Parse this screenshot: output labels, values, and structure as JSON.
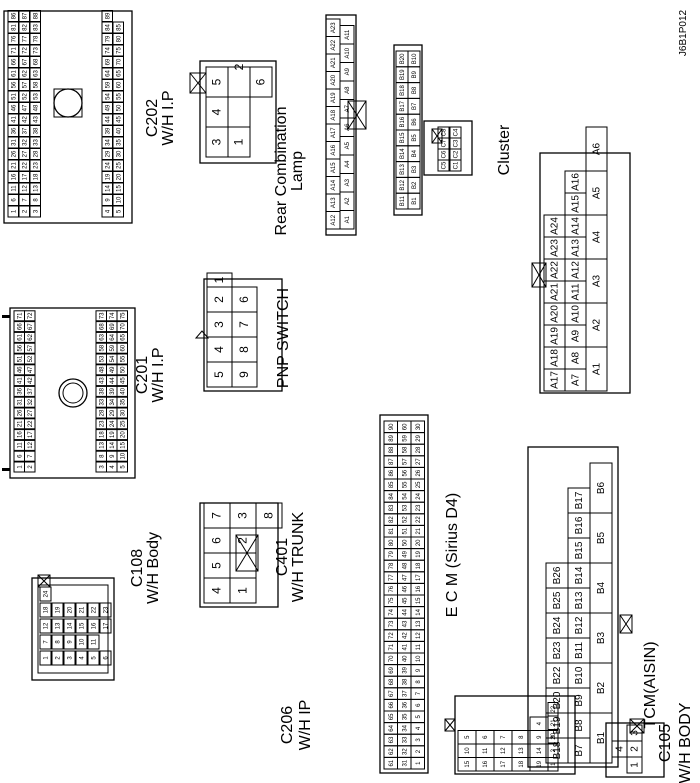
{
  "figure_id": "J6B1P012",
  "connectors": {
    "c105": {
      "name": "C105",
      "sub": "W/H BODY",
      "pins": [
        "4",
        "1",
        "2",
        "3"
      ]
    },
    "c206": {
      "name": "C206",
      "sub": "W/H IP",
      "pins": [
        "1",
        "2",
        "3",
        "4",
        "5",
        "6",
        "7",
        "8",
        "9",
        "10",
        "11",
        "12",
        "13",
        "14",
        "15",
        "16",
        "17",
        "18",
        "19",
        "20",
        "21",
        "22"
      ]
    },
    "c108": {
      "name": "C108",
      "sub": "W/H Body",
      "pins": [
        "1",
        "2",
        "3",
        "4",
        "5",
        "6",
        "7",
        "8",
        "9",
        "10",
        "11",
        "12",
        "13",
        "14",
        "15",
        "16",
        "17",
        "18",
        "19",
        "20",
        "21",
        "22",
        "23",
        "24"
      ]
    },
    "c401": {
      "name": "C401",
      "sub": "W/H TRUNK",
      "pins": [
        "1",
        "2",
        "3",
        "4",
        "5",
        "6",
        "7",
        "8"
      ]
    },
    "c201": {
      "name": "C201",
      "sub": "W/H I.P",
      "pins": [
        "1",
        "2",
        "3",
        "4",
        "5",
        "6",
        "7",
        "8",
        "9",
        "10",
        "11",
        "12",
        "13",
        "14",
        "15",
        "16",
        "17",
        "18",
        "19",
        "20",
        "21",
        "22",
        "23",
        "24",
        "25",
        "26",
        "27",
        "28",
        "29",
        "30",
        "31",
        "32",
        "33",
        "34",
        "35",
        "36",
        "37",
        "38",
        "39",
        "40",
        "41",
        "42",
        "43",
        "44",
        "45",
        "46",
        "47",
        "48",
        "49",
        "50",
        "51",
        "52",
        "53",
        "54",
        "55",
        "56",
        "57",
        "58",
        "59",
        "60",
        "61",
        "62",
        "63",
        "64",
        "65",
        "66",
        "67",
        "68",
        "69",
        "70",
        "71",
        "72",
        "73",
        "74",
        "75",
        "76"
      ]
    },
    "pnp": {
      "name": "PNP SWITCH",
      "pins": [
        "1",
        "2",
        "3",
        "4",
        "5",
        "6",
        "7",
        "8",
        "9"
      ]
    },
    "c202": {
      "name": "C202",
      "sub": "W/H I.P",
      "pins": [
        "1",
        "2",
        "3",
        "4",
        "5",
        "6",
        "7",
        "8",
        "9",
        "10",
        "11",
        "12",
        "13",
        "14",
        "15",
        "16",
        "17",
        "18",
        "19",
        "20",
        "21",
        "22",
        "23",
        "24",
        "25",
        "26",
        "27",
        "28",
        "29",
        "30",
        "31",
        "32",
        "33",
        "34",
        "35",
        "36",
        "37",
        "38",
        "39",
        "40",
        "41",
        "42",
        "43",
        "44",
        "45",
        "46",
        "47",
        "48",
        "49",
        "50",
        "51",
        "52",
        "53",
        "54",
        "55",
        "56",
        "57",
        "58",
        "59",
        "60",
        "61",
        "62",
        "63",
        "64",
        "65",
        "66",
        "67",
        "68",
        "69",
        "70",
        "71",
        "72",
        "73",
        "74",
        "75",
        "76",
        "77",
        "78",
        "79",
        "80",
        "81",
        "82",
        "83",
        "84",
        "85",
        "86",
        "87",
        "88",
        "89"
      ]
    },
    "rcl": {
      "name": "Rear Combination",
      "sub": "Lamp",
      "pins": [
        "1",
        "2",
        "3",
        "4",
        "5",
        "6"
      ]
    },
    "ecm": {
      "name": "E C M (Sirius D4)",
      "pins": [
        "1",
        "2",
        "3",
        "4",
        "5",
        "6",
        "7",
        "8",
        "9",
        "10",
        "11",
        "12",
        "13",
        "14",
        "15",
        "16",
        "17",
        "18",
        "19",
        "20",
        "21",
        "22",
        "23",
        "24",
        "25",
        "26",
        "27",
        "28",
        "29",
        "30",
        "31",
        "32",
        "33",
        "34",
        "35",
        "36",
        "37",
        "38",
        "39",
        "40",
        "41",
        "42",
        "43",
        "44",
        "45",
        "46",
        "47",
        "48",
        "49",
        "50",
        "51",
        "52",
        "53",
        "54",
        "55",
        "56",
        "57",
        "58",
        "59",
        "60",
        "61",
        "62",
        "63",
        "64",
        "65",
        "66",
        "67",
        "68",
        "69",
        "70",
        "71",
        "72",
        "73",
        "74",
        "75",
        "76",
        "77",
        "78",
        "79",
        "80",
        "81",
        "82",
        "83",
        "84",
        "85",
        "86",
        "87",
        "88",
        "89",
        "90"
      ]
    },
    "cluster_a": {
      "pins": [
        "A1",
        "A2",
        "A3",
        "A4",
        "A5",
        "A6",
        "A7",
        "A8",
        "A9",
        "A10",
        "A11",
        "A12",
        "A13",
        "A14",
        "A15",
        "A16",
        "A17",
        "A18",
        "A19",
        "A20",
        "A21",
        "A22",
        "A23"
      ]
    },
    "cluster_b": {
      "pins": [
        "B1",
        "B2",
        "B3",
        "B4",
        "B5",
        "B6",
        "B7",
        "B8",
        "B9",
        "B10",
        "B11",
        "B12",
        "B13",
        "B14",
        "B15",
        "B16",
        "B17",
        "B18",
        "B19",
        "B20"
      ]
    },
    "cluster_c": {
      "name": "Cluster",
      "pins": [
        "C1",
        "C2",
        "C3",
        "C4",
        "C5",
        "C6",
        "C7",
        "C8"
      ]
    },
    "tcm_a": {
      "pins": [
        "A1",
        "A2",
        "A3",
        "A4",
        "A5",
        "A6",
        "A7",
        "A8",
        "A9",
        "A10",
        "A11",
        "A12",
        "A13",
        "A14",
        "A15",
        "A16",
        "A17",
        "A18",
        "A19",
        "A20",
        "A21",
        "A22",
        "A23",
        "A24"
      ]
    },
    "tcm_b": {
      "pins": [
        "B1",
        "B2",
        "B3",
        "B4",
        "B5",
        "B6",
        "B7",
        "B8",
        "B9",
        "B10",
        "B11",
        "B12",
        "B13",
        "B14",
        "B15",
        "B16",
        "B17",
        "B18",
        "B19",
        "B20",
        "B22",
        "B23",
        "B24",
        "B25",
        "B26"
      ]
    },
    "tcm": {
      "name": "TCM(AISIN)"
    }
  }
}
